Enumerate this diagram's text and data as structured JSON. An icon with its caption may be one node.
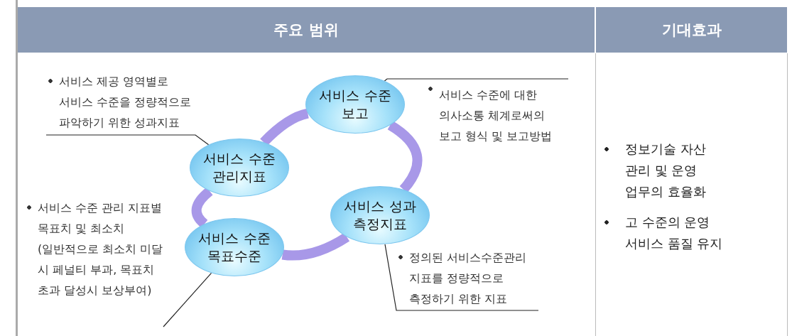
{
  "diagram": {
    "nodes": [
      {
        "text": [
          "서비스 제공 영역별로 서비스 수준을 정량적으로 파악하기 위한 성과지표"
        ]
      },
      {
        "text": [
          "서비스 수준 보고"
        ]
      },
      {
        "text": [
          "서비스 수준에 대한 의사소통 체계로써의 보고 형식 및 보고방법"
        ]
      },
      {
        "text": [
          "서비스 수준 관리지표"
        ]
      },
      {
        "text": [
          "서비스 수준 관리 지표별 목표치 및 최소치 (일반적으로 최소치 미달 시 페널티 부과, 목표치 초과 달성시 보상부여)"
        ]
      },
      {
        "text": [
          "서비스 성과 측정지표"
        ]
      },
      {
        "text": [
          "서비스 수준 목표수준"
        ]
      },
      {
        "text": [
          "정의된 서비스수준관리 지표를 정량적으로 측정하기 위한 지표"
        ]
      }
    ],
    "edges": [
      {
        "from": 0,
        "to": 3,
        "arrow": "none"
      },
      {
        "from": 2,
        "to": 1,
        "arrow": "none"
      },
      {
        "from": 4,
        "to": 6,
        "arrow": "none"
      },
      {
        "from": 7,
        "to": 5,
        "arrow": "none"
      },
      {
        "from": 3,
        "to": 1,
        "arrow": "none",
        "style": "thick",
        "color": "#a898e8"
      },
      {
        "from": 1,
        "to": 5,
        "arrow": "none",
        "style": "thick",
        "color": "#a898e8"
      },
      {
        "from": 5,
        "to": 6,
        "arrow": "none",
        "style": "thick",
        "color": "#a898e8"
      },
      {
        "from": 6,
        "to": 3,
        "arrow": "none",
        "style": "thick",
        "color": "#a898e8"
      }
    ],
    "labels": [
      "주요 범위",
      "기대효과",
      "정보기술 자산 관리 및 운영 업무의 효율화",
      "고 수준의 운영 서비스 품질 유지"
    ]
  }
}
